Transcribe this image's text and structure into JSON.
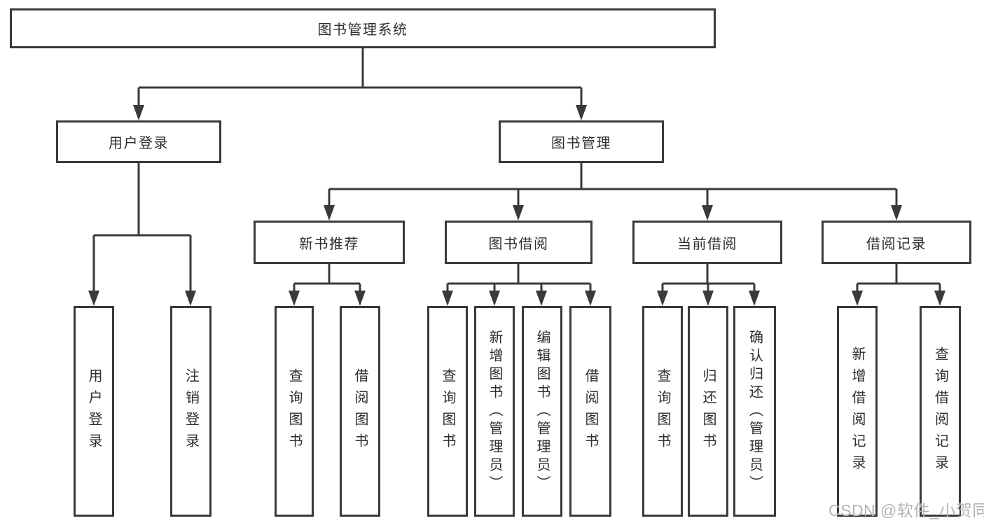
{
  "diagram": {
    "root": {
      "label": "图书管理系统"
    },
    "user_login": {
      "label": "用户登录",
      "children": [
        {
          "label": "用户登录"
        },
        {
          "label": "注销登录"
        }
      ]
    },
    "book_mgmt": {
      "label": "图书管理",
      "children": [
        {
          "label": "新书推荐",
          "children": [
            {
              "label": "查询图书"
            },
            {
              "label": "借阅图书"
            }
          ]
        },
        {
          "label": "图书借阅",
          "children": [
            {
              "label": "查询图书"
            },
            {
              "label": "新增图书（管理员）"
            },
            {
              "label": "编辑图书（管理员）"
            },
            {
              "label": "借阅图书"
            }
          ]
        },
        {
          "label": "当前借阅",
          "children": [
            {
              "label": "查询图书"
            },
            {
              "label": "归还图书"
            },
            {
              "label": "确认归还（管理员）"
            }
          ]
        },
        {
          "label": "借阅记录",
          "children": [
            {
              "label": "新增借阅记录"
            },
            {
              "label": "查询借阅记录"
            }
          ]
        }
      ]
    }
  },
  "watermark": {
    "text": "CSDN @软件_小贺同学"
  },
  "colors": {
    "line": "#3a3a3a",
    "text": "#2e2e2e",
    "background": "#ffffff",
    "watermark": "#b3b3b6"
  }
}
